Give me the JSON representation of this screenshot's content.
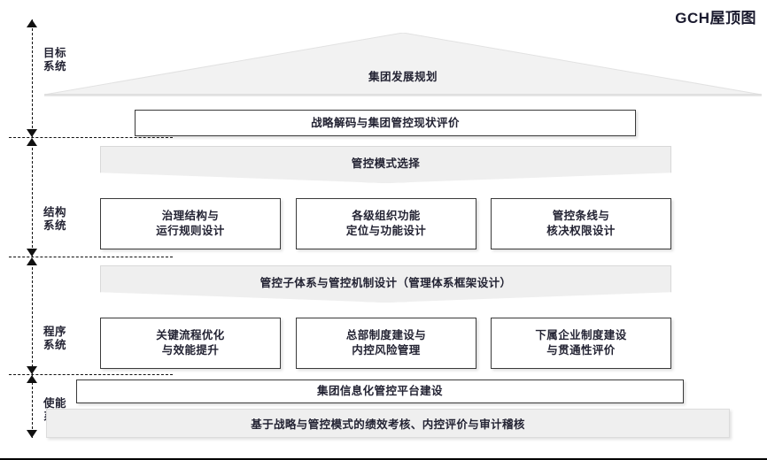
{
  "title": "GCH屋顶图",
  "axis": {
    "sections": [
      {
        "id": "goal",
        "line1": "目标",
        "line2": "系统"
      },
      {
        "id": "structure",
        "line1": "结构",
        "line2": "系统"
      },
      {
        "id": "procedure",
        "line1": "程序",
        "line2": "系统"
      },
      {
        "id": "enable",
        "line1": "使能",
        "line2": "系统"
      }
    ]
  },
  "goal_system": {
    "roof_label": "集团发展规划",
    "strategy_box": "战略解码与集团管控现状评价"
  },
  "structure_system": {
    "banner": "管控模式选择",
    "boxes": [
      {
        "line1": "治理结构与",
        "line2": "运行规则设计"
      },
      {
        "line1": "各级组织功能",
        "line2": "定位与功能设计"
      },
      {
        "line1": "管控条线与",
        "line2": "核决权限设计"
      }
    ]
  },
  "procedure_system": {
    "banner": "管控子体系与管控机制设计（管理体系框架设计）",
    "boxes": [
      {
        "line1": "关键流程优化",
        "line2": "与效能提升"
      },
      {
        "line1": "总部制度建设与",
        "line2": "内控风险管理"
      },
      {
        "line1": "下属企业制度建设",
        "line2": "与贯通性评价"
      }
    ]
  },
  "enable_system": {
    "platform_box": "集团信息化管控平台建设",
    "bottom_bar": "基于战略与管控模式的绩效考核、内控评价与审计稽核"
  },
  "colors": {
    "ink": "#232333",
    "grey_fill": "#efefef",
    "box_border": "#3a3a3a",
    "title": "#1a1a2e"
  }
}
